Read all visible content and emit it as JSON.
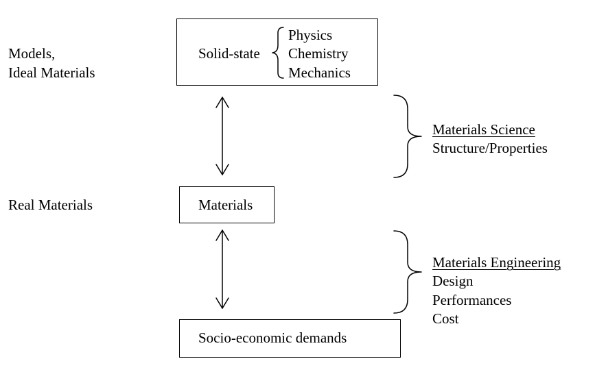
{
  "left_labels": {
    "models": "Models,",
    "ideal": "Ideal Materials",
    "real": "Real Materials"
  },
  "top_box": {
    "label": "Solid-state",
    "items": [
      "Physics",
      "Chemistry",
      "Mechanics"
    ]
  },
  "middle_box": {
    "label": "Materials"
  },
  "bottom_box": {
    "label": "Socio-economic demands"
  },
  "science": {
    "title": "Materials Science",
    "lines": [
      "Structure/Properties"
    ]
  },
  "engineering": {
    "title": "Materials Engineering",
    "lines": [
      "Design",
      "Performances",
      "Cost"
    ]
  }
}
